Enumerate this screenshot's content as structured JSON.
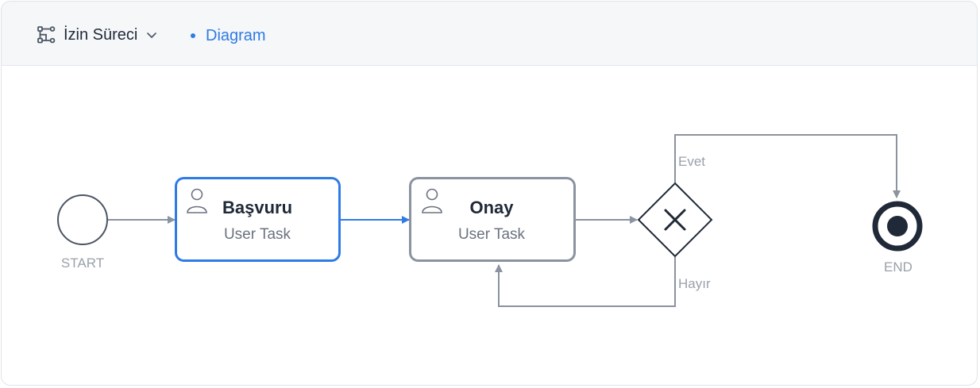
{
  "header": {
    "process_icon": "flow-diagram-icon",
    "process_name": "İzin Süreci",
    "dropdown_icon": "chevron-down-icon",
    "active_tab": "Diagram"
  },
  "diagram": {
    "start_label": "START",
    "end_label": "END",
    "tasks": [
      {
        "title": "Başvuru",
        "subtitle": "User Task",
        "icon": "user-icon",
        "selected": true
      },
      {
        "title": "Onay",
        "subtitle": "User Task",
        "icon": "user-icon",
        "selected": false
      }
    ],
    "gateway_icon": "exclusive-gateway-x-icon",
    "flow_yes_label": "Evet",
    "flow_no_label": "Hayır"
  },
  "colors": {
    "accent": "#2f7be5",
    "stroke": "#8a939f",
    "text_dark": "#1f2937",
    "text_muted": "#9aa1a9"
  }
}
